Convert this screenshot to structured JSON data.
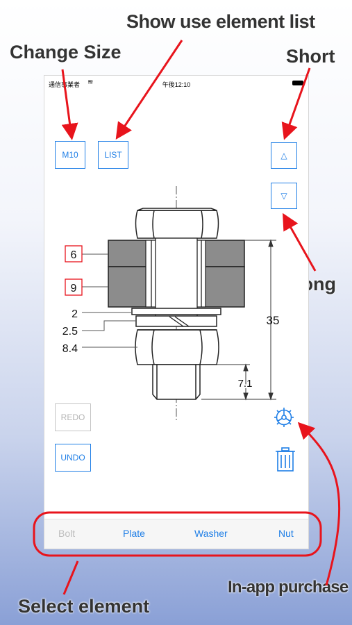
{
  "annotations": {
    "change_size": "Change Size",
    "show_list": "Show use element list",
    "short": "Short",
    "long": "Long",
    "in_app_purchase": "In-app purchase",
    "select_element": "Select element"
  },
  "status_bar": {
    "carrier": "通信事業者",
    "time": "午後12:10"
  },
  "toolbar": {
    "size_label": "M10",
    "list_label": "LIST",
    "short_icon": "triangle-up-icon",
    "long_icon": "triangle-down-icon",
    "redo_label": "REDO",
    "undo_label": "UNDO",
    "settings_icon": "gear-icon",
    "trash_icon": "trash-icon"
  },
  "drawing": {
    "plate1_thickness": "6",
    "plate2_thickness": "9",
    "washer_dim": "2",
    "gap_dim": "2.5",
    "nut_dim": "8.4",
    "total_length": "35",
    "protrusion": "7.1"
  },
  "tabs": [
    {
      "label": "Bolt",
      "enabled": false
    },
    {
      "label": "Plate",
      "enabled": true
    },
    {
      "label": "Washer",
      "enabled": true
    },
    {
      "label": "Nut",
      "enabled": true
    }
  ],
  "colors": {
    "accent": "#1e7ee6",
    "annotation_red": "#e8141c",
    "plate_gray": "#8c8c8c",
    "disabled": "#bdbdbd"
  }
}
